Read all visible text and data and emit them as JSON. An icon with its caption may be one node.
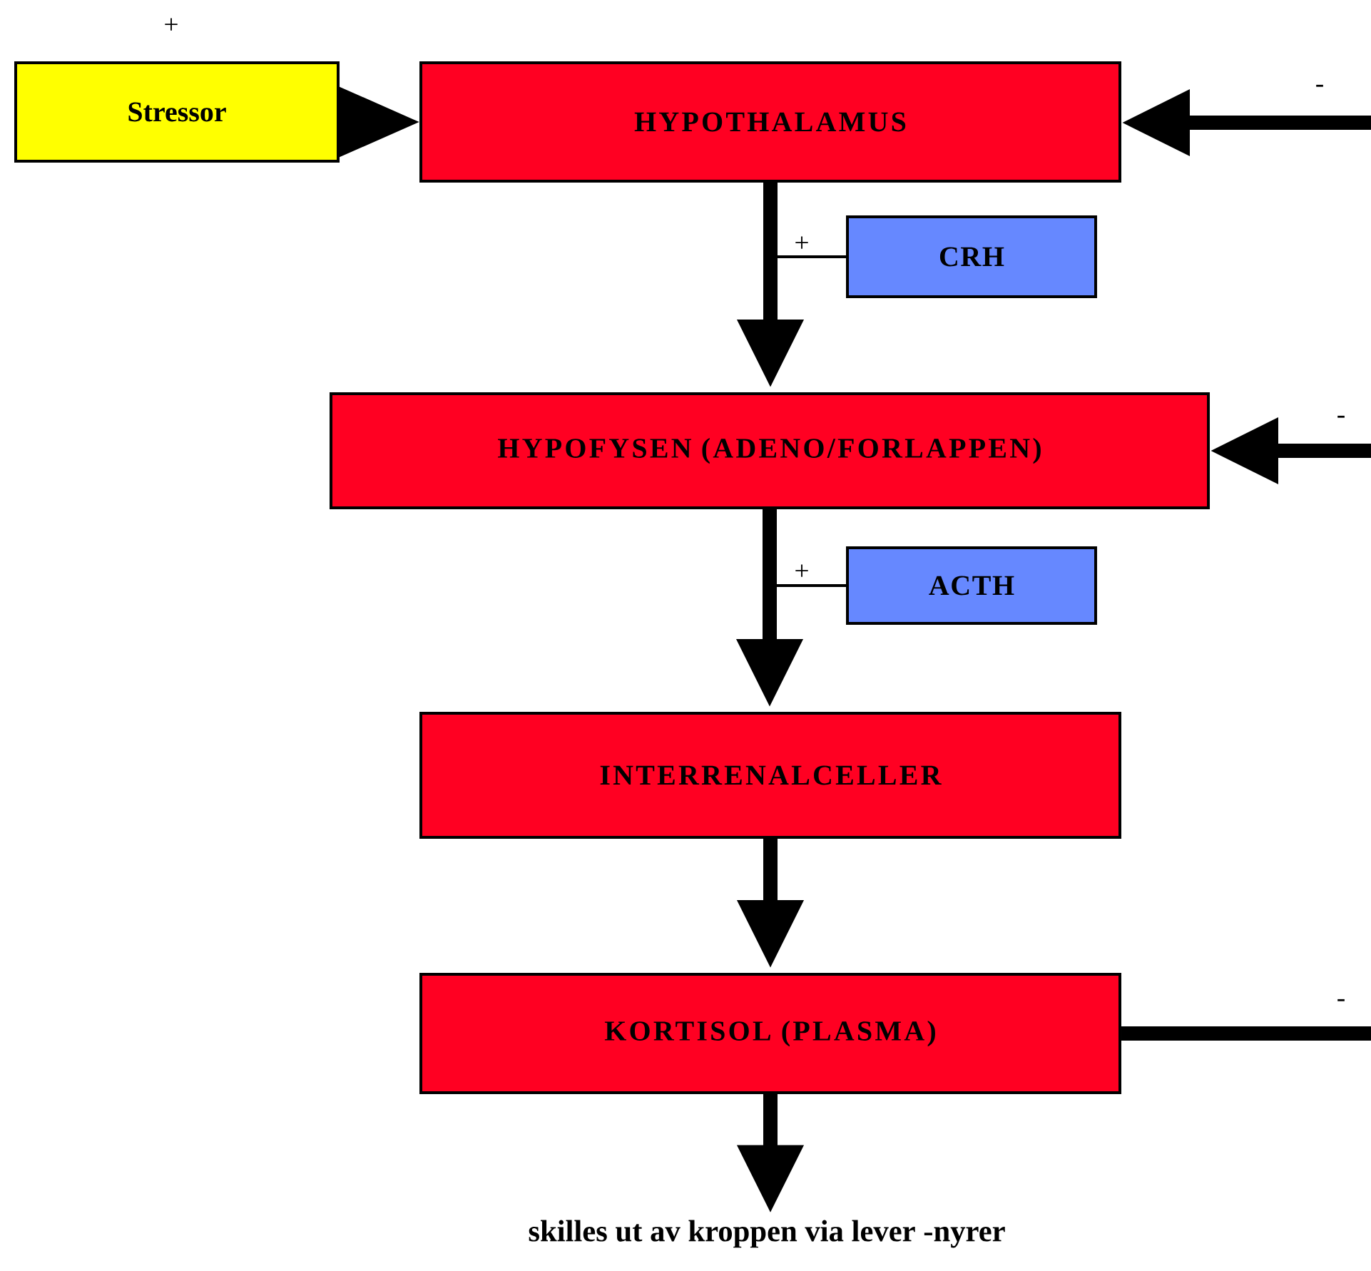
{
  "diagram": {
    "nodes": [
      {
        "text": [
          "Stressor"
        ]
      },
      {
        "text": [
          "HYPOTHALAMUS"
        ]
      },
      {
        "text": [
          "CRH"
        ]
      },
      {
        "text": [
          "HYPOFYSEN (ADENO/FORLAPPEN)"
        ]
      },
      {
        "text": [
          "ACTH"
        ]
      },
      {
        "text": [
          "INTERRENALCELLER"
        ]
      },
      {
        "text": [
          "KORTISOL (PLASMA)"
        ]
      },
      {
        "text": [
          "skilles ut av kroppen via lever -nyrer"
        ]
      }
    ],
    "edges": [
      {
        "from": 0,
        "to": 1,
        "arrow": "to"
      },
      {
        "from": 1,
        "to": 3,
        "arrow": "to"
      },
      {
        "from": 2,
        "to": null,
        "arrow": "none",
        "label": "+"
      },
      {
        "from": null,
        "to": 1,
        "arrow": "to",
        "label": "-"
      },
      {
        "from": 3,
        "to": 5,
        "arrow": "to"
      },
      {
        "from": 4,
        "to": null,
        "arrow": "none",
        "label": "+"
      },
      {
        "from": null,
        "to": 3,
        "arrow": "to",
        "label": "-"
      },
      {
        "from": 5,
        "to": 6,
        "arrow": "to"
      },
      {
        "from": 6,
        "to": 7,
        "arrow": "to"
      },
      {
        "from": 6,
        "to": null,
        "arrow": "none",
        "label": "-"
      }
    ],
    "labels": [
      "+"
    ]
  }
}
